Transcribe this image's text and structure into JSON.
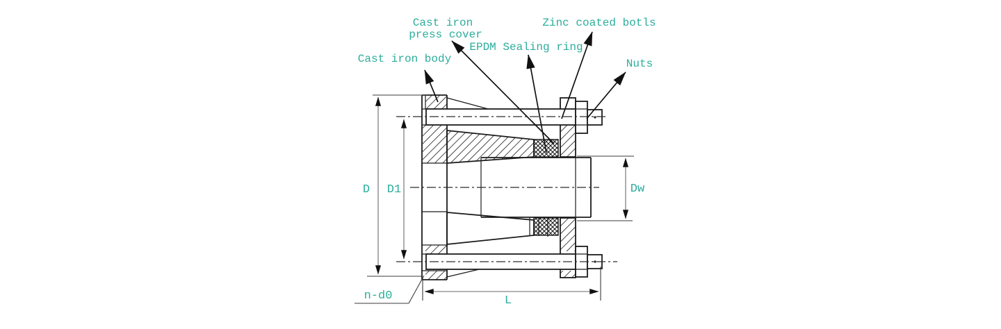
{
  "labels": {
    "press_cover_line1": "Cast iron",
    "press_cover_line2": "press cover",
    "zinc_bolts": "Zinc coated botls",
    "epdm": "EPDM Sealing ring",
    "body": "Cast iron body",
    "nuts": "Nuts"
  },
  "dimensions": {
    "D": "D",
    "D1": "D1",
    "Dw": "Dw",
    "n_d0": "n-d0",
    "L": "L"
  },
  "colors": {
    "label_teal": "#2BAD9B",
    "line_black": "#1b1b1b",
    "dim_gray": "#6a6a6a",
    "background": "#ffffff"
  }
}
